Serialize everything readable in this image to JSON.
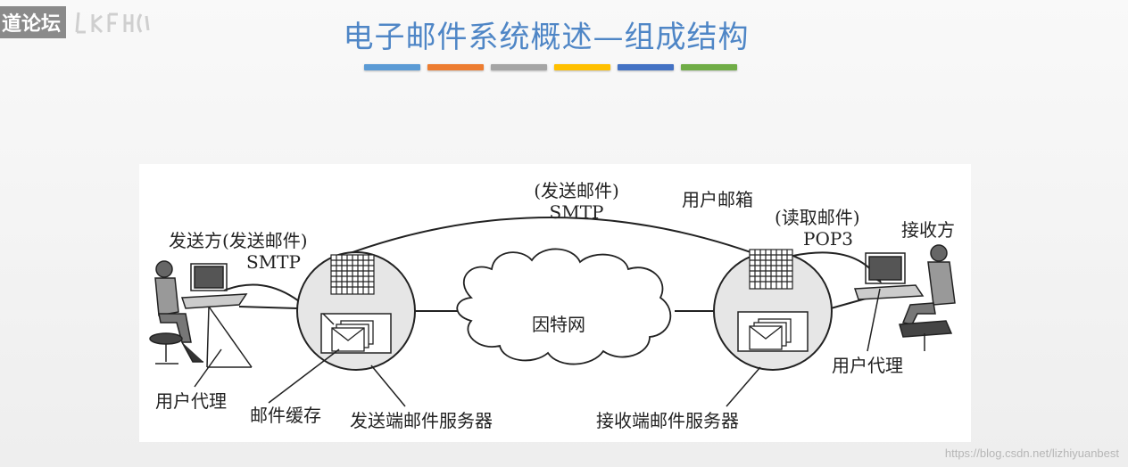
{
  "header": {
    "logo_text": "道论坛",
    "title": "电子邮件系统概述—组成结构",
    "bar_colors": [
      "#5b9bd5",
      "#ed7d31",
      "#a5a5a5",
      "#ffc000",
      "#4472c4",
      "#70ad47"
    ]
  },
  "diagram": {
    "labels": {
      "sender": "发送方(发送邮件)",
      "smtp_left": "SMTP",
      "send_top": "(发送邮件)",
      "smtp_top": "SMTP",
      "mailbox": "用户邮箱",
      "read_mail": "(读取邮件)",
      "pop3": "POP3",
      "receiver": "接收方",
      "internet": "因特网",
      "user_agent_left": "用户代理",
      "mail_cache": "邮件缓存",
      "send_server": "发送端邮件服务器",
      "recv_server": "接收端邮件服务器",
      "user_agent_right": "用户代理"
    }
  },
  "footer": {
    "watermark": "https://blog.csdn.net/lizhiyuanbest"
  }
}
